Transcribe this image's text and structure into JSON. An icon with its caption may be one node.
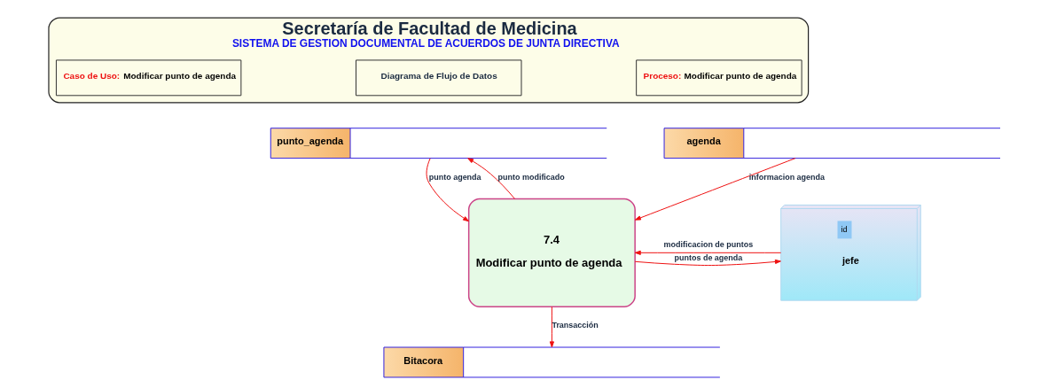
{
  "diagram": {
    "nodes": [
      {
        "text": [
          "Secretaría de Facultad de Medicina",
          "SISTEMA DE GESTION DOCUMENTAL DE ACUERDOS DE JUNTA DIRECTIVA"
        ]
      },
      {
        "text": [
          "Caso de Uso:",
          "Modificar punto de agenda"
        ],
        "in": 0
      },
      {
        "text": [
          "Diagrama de Flujo de Datos"
        ],
        "in": 0
      },
      {
        "text": [
          "Proceso:",
          "Modificar punto de agenda"
        ],
        "in": 0
      },
      {
        "text": [
          "punto_agenda"
        ]
      },
      {
        "text": [
          "agenda"
        ]
      },
      {
        "text": [
          "id",
          "jefe"
        ]
      },
      {
        "text": [
          "7.4",
          "Modificar punto de agenda"
        ]
      },
      {
        "text": [
          "Bitacora"
        ]
      }
    ],
    "edges": [
      {
        "from": 4,
        "to": 7,
        "arrow": "to",
        "label": "punto agenda"
      },
      {
        "from": 7,
        "to": 4,
        "arrow": "to",
        "label": "punto modificado"
      },
      {
        "from": 5,
        "to": 7,
        "arrow": "to",
        "label": "informacion agenda"
      },
      {
        "from": 7,
        "to": 6,
        "arrow": "to",
        "label": "puntos de agenda"
      },
      {
        "from": 6,
        "to": 7,
        "arrow": "to",
        "label": "modificacion de puntos"
      },
      {
        "from": 7,
        "to": 8,
        "arrow": "to",
        "label": "Transacción"
      }
    ]
  }
}
